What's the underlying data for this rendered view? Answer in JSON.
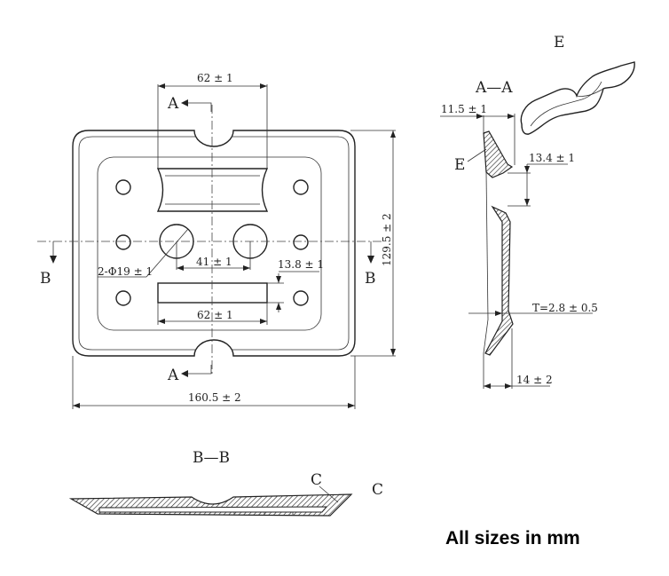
{
  "labels": {
    "E": "E",
    "AA": "A—A",
    "BB": "B—B",
    "A": "A",
    "B": "B",
    "C": "C"
  },
  "dims": {
    "w62_top": "62 ± 1",
    "w41": "41 ± 1",
    "w13_8": "13.8 ± 1",
    "w62_bot": "62 ± 1",
    "holes": "2-Φ19 ± 1",
    "h129_5": "129.5 ± 2",
    "w160_5": "160.5 ± 2",
    "w11_5": "11.5 ± 1",
    "h13_4": "13.4 ± 1",
    "thickness": "T=2.8 ± 0.5",
    "w14": "14 ± 2"
  },
  "note": "All sizes in mm"
}
